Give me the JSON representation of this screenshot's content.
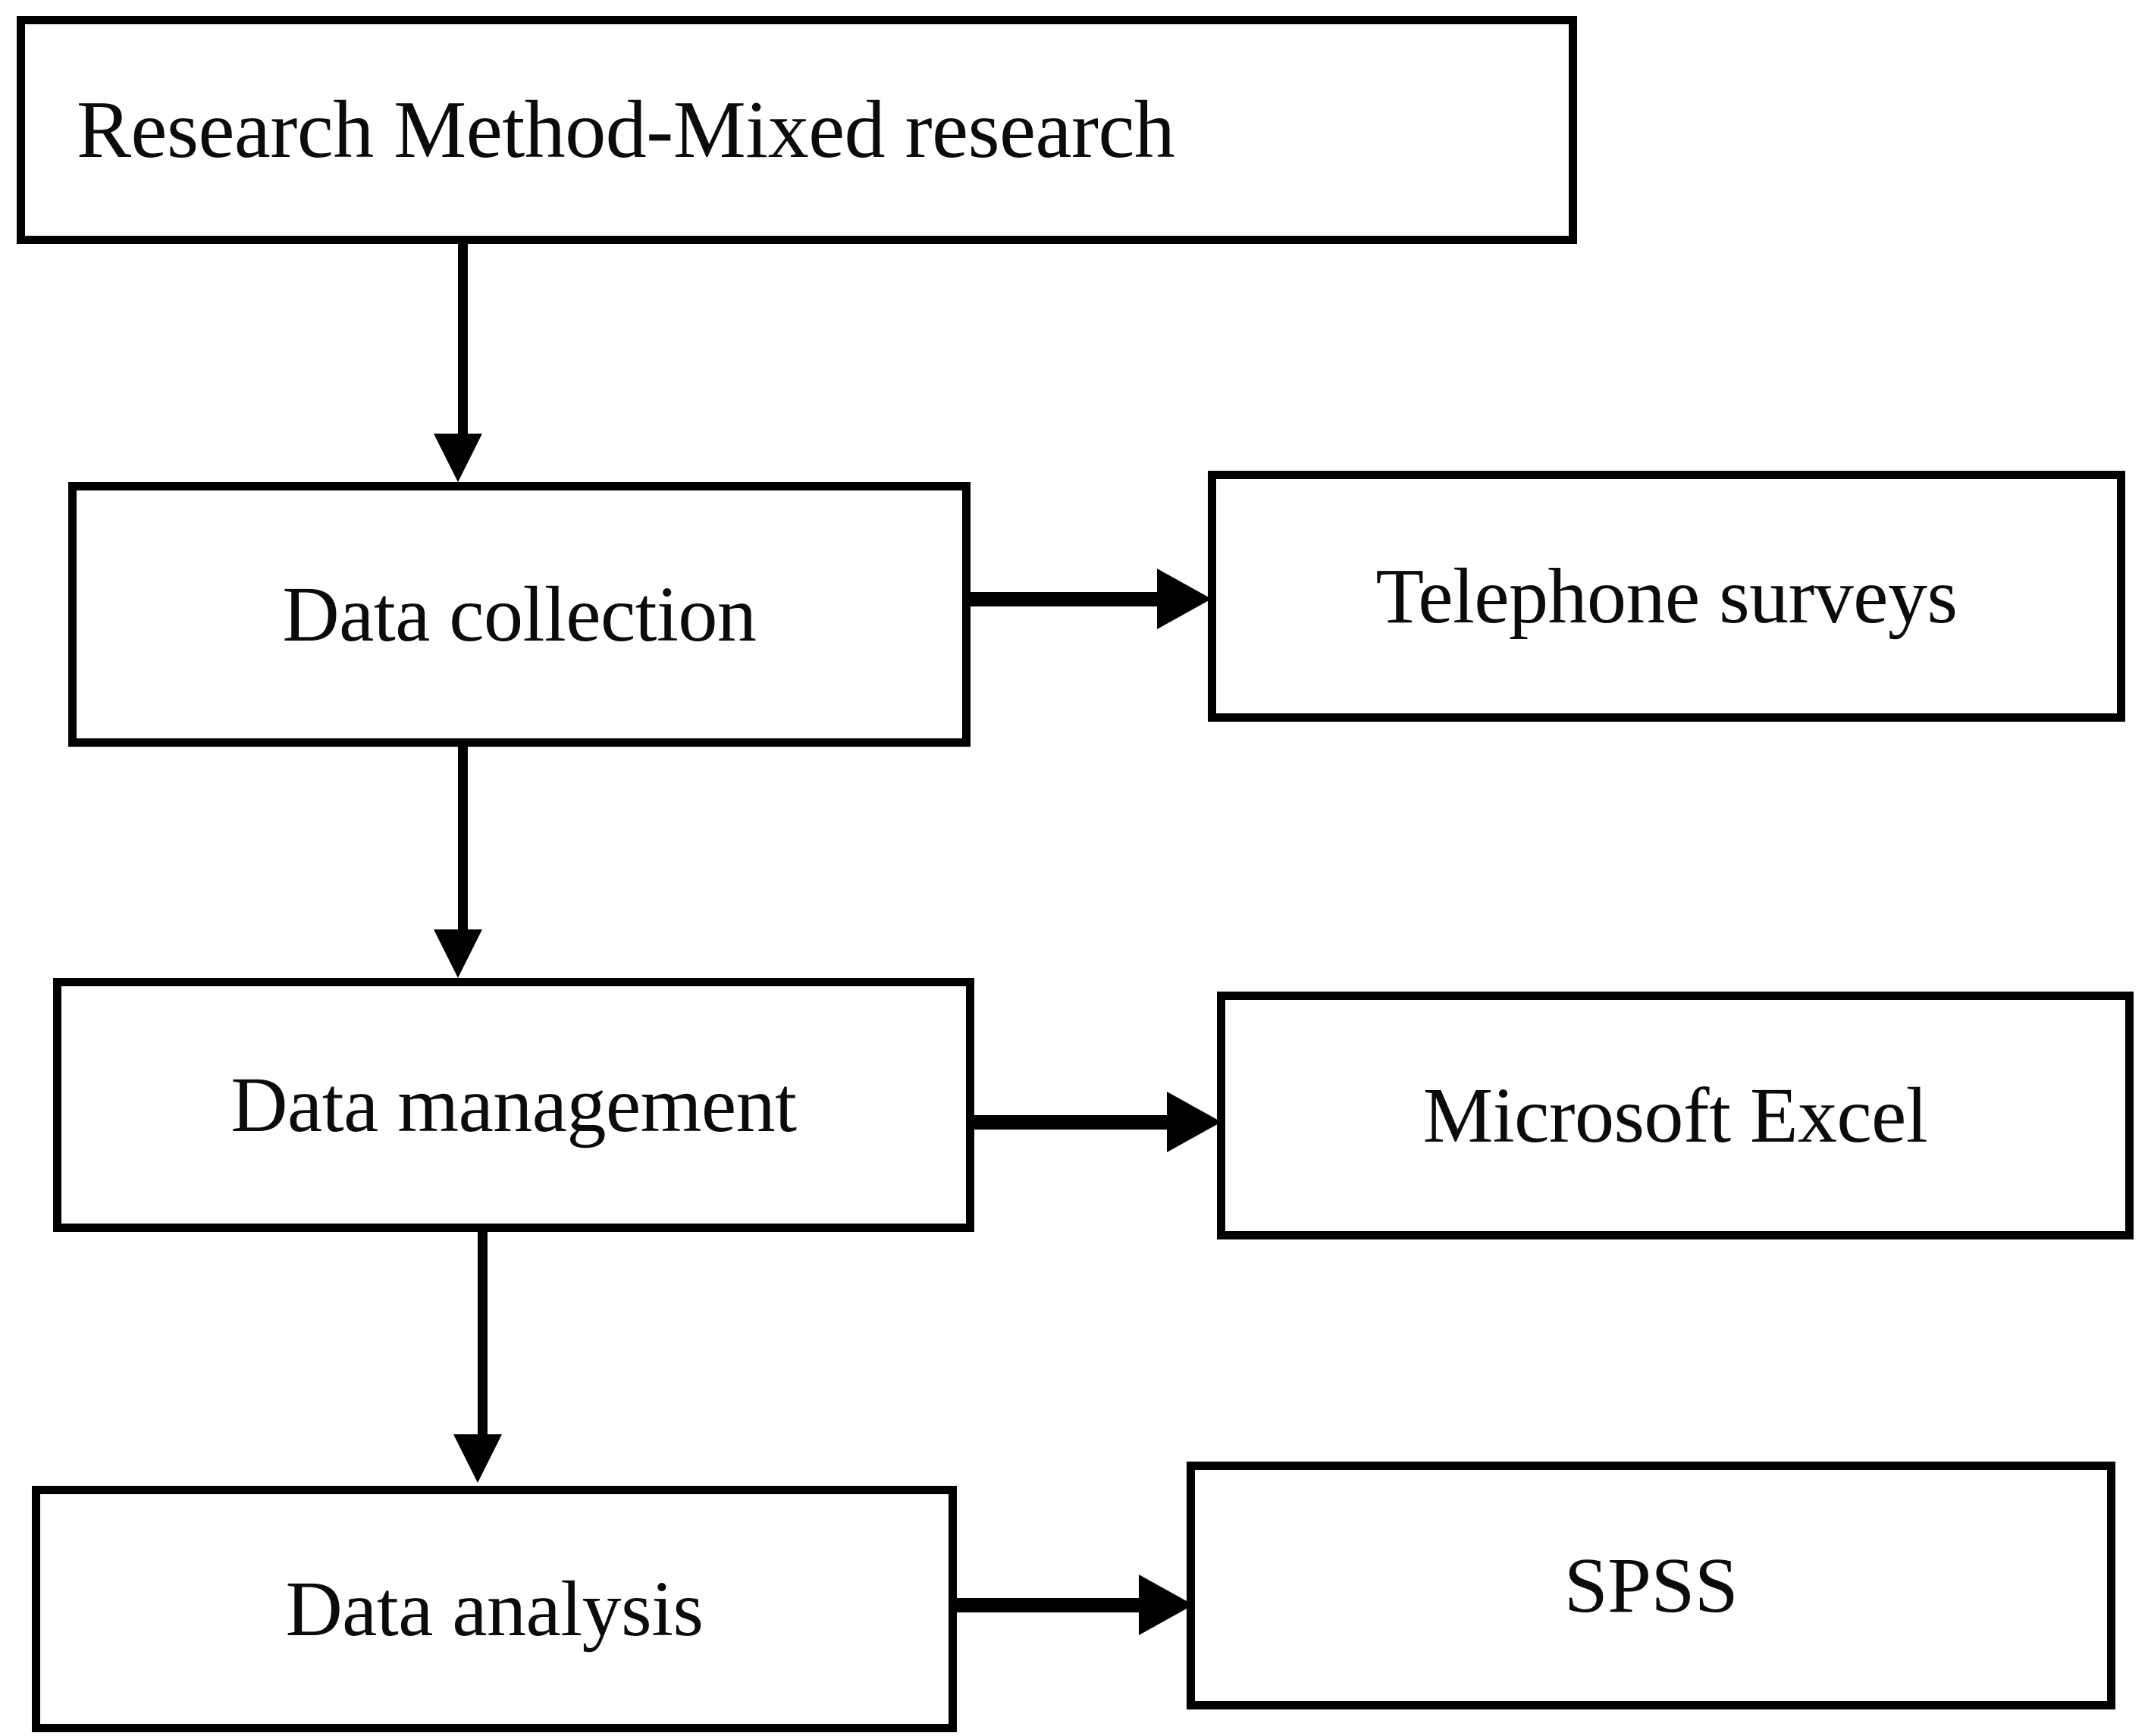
{
  "diagram": {
    "type": "flowchart",
    "title": "Research methodology flowchart",
    "orientation": "top-to-bottom with lateral branches",
    "colors": {
      "box_border": "#000000",
      "box_fill": "#FFFFFF",
      "text": "#0B0B0B",
      "arrow": "#000000",
      "background": "#FFFFFF"
    },
    "nodes": [
      {
        "id": "research",
        "label": "Research Method-Mixed research",
        "column": "full",
        "row": 1,
        "align": "left"
      },
      {
        "id": "collection",
        "label": "Data collection",
        "column": "left",
        "row": 2,
        "align": "center"
      },
      {
        "id": "telephone",
        "label": "Telephone surveys",
        "column": "right",
        "row": 2,
        "align": "center"
      },
      {
        "id": "management",
        "label": "Data management",
        "column": "left",
        "row": 3,
        "align": "center"
      },
      {
        "id": "excel",
        "label": "Microsoft Excel",
        "column": "right",
        "row": 3,
        "align": "center"
      },
      {
        "id": "analysis",
        "label": "Data analysis",
        "column": "left",
        "row": 4,
        "align": "center"
      },
      {
        "id": "spss",
        "label": "SPSS",
        "column": "right",
        "row": 4,
        "align": "center"
      }
    ],
    "edges": [
      {
        "id": "research-collection",
        "from": "research",
        "to": "collection",
        "direction": "down",
        "arrowhead": "filled-triangle"
      },
      {
        "id": "collection-telephone",
        "from": "collection",
        "to": "telephone",
        "direction": "right",
        "arrowhead": "filled-triangle"
      },
      {
        "id": "collection-management",
        "from": "collection",
        "to": "management",
        "direction": "down",
        "arrowhead": "filled-triangle"
      },
      {
        "id": "management-excel",
        "from": "management",
        "to": "excel",
        "direction": "right",
        "arrowhead": "filled-triangle"
      },
      {
        "id": "management-analysis",
        "from": "management",
        "to": "analysis",
        "direction": "down",
        "arrowhead": "filled-triangle"
      },
      {
        "id": "analysis-spss",
        "from": "analysis",
        "to": "spss",
        "direction": "right",
        "arrowhead": "filled-triangle"
      }
    ]
  }
}
